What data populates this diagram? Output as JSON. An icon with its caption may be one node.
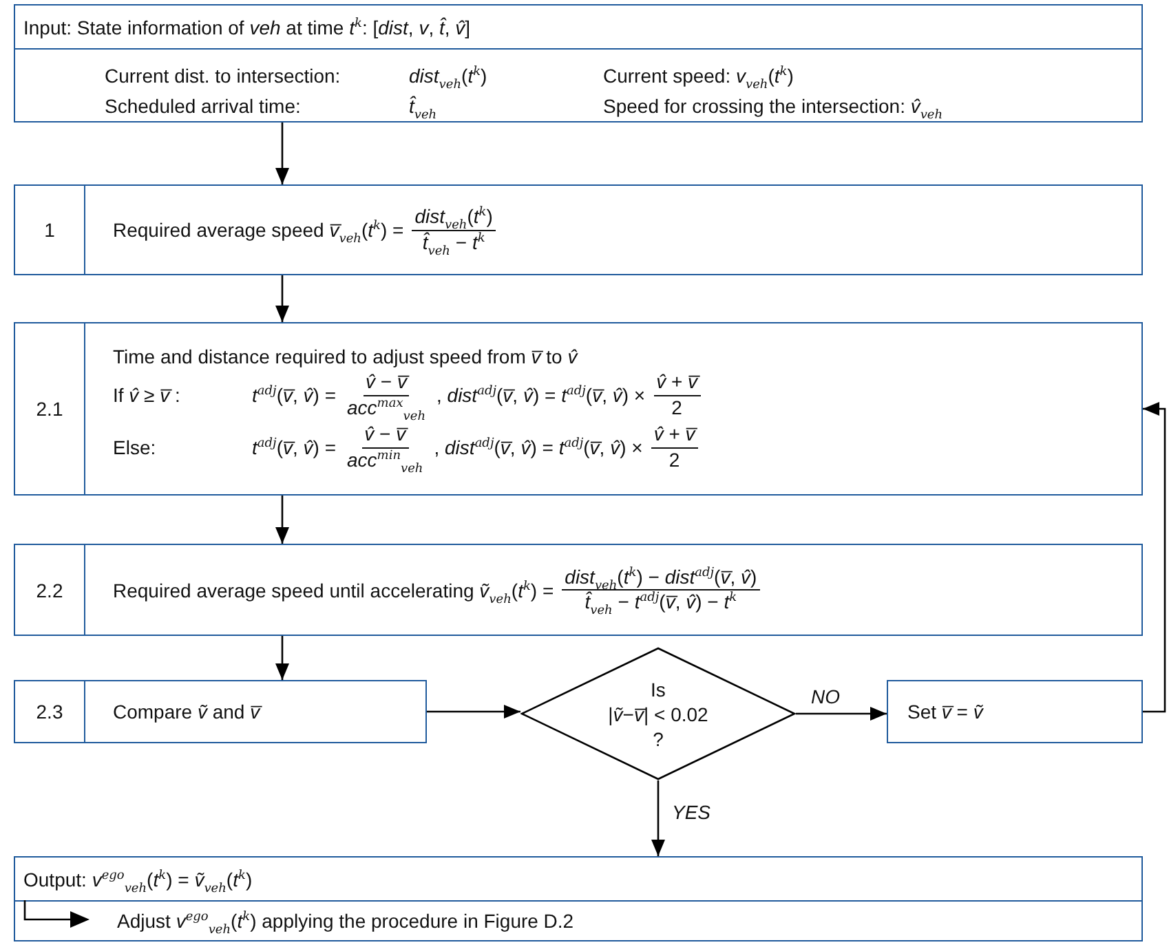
{
  "diagram": {
    "nodes": [
      {
        "text": [
          "Input: State information of *veh* at time *t*$^{k}$: [*dist*, *v*, *t̂*, *v̂*]",
          "Current dist. to intersection:",
          "*dist*$_{veh}$(*t*$^{k}$)",
          "Current speed: *v*$_{veh}$(*t*$^{k}$)",
          "Scheduled arrival time:",
          "*t̂*$_{veh}$",
          "Speed for crossing the intersection: *v̂*$_{veh}$"
        ]
      },
      {
        "text": [
          "1",
          "Required average speed *v̅*$_{veh}$(*t*$^{k}$) =",
          "*dist*$_{veh}$(*t*$^{k}$)",
          "*t̂*$_{veh}$ − *t*$^{k}$"
        ]
      },
      {
        "text": [
          "2.1",
          "Time and distance required to adjust speed from *v̅* to *v̂*",
          "If *v̂* ≥ *v̅* :",
          "*t*$^{adj}$(*v̅*, *v̂*) =",
          "*v̂* − *v̅*",
          "*acc*$^{max}$$_{veh}$",
          ", *dist*$^{adj}$(*v̅*, *v̂*) = *t*$^{adj}$(*v̅*, *v̂*) ×",
          "*v̂* + *v̅*",
          "2",
          "Else:",
          "*t*$^{adj}$(*v̅*, *v̂*) =",
          "*v̂* − *v̅*",
          "*acc*$^{min}$$_{veh}$",
          ", *dist*$^{adj}$(*v̅*, *v̂*) = *t*$^{adj}$(*v̅*, *v̂*) ×",
          "*v̂* + *v̅*",
          "2"
        ]
      },
      {
        "text": [
          "2.2",
          "Required average speed until accelerating *ṽ*$_{veh}$(*t*$^{k}$) =",
          "*dist*$_{veh}$(*t*$^{k}$) − *dist*$^{adj}$(*v̅*, *v̂*)",
          "*t̂*$_{veh}$ − *t*$^{adj}$(*v̅*, *v̂*) − *t*$^{k}$"
        ]
      },
      {
        "text": [
          "2.3",
          "Compare *ṽ* and *v̅*"
        ]
      },
      {
        "text": [
          "Is",
          "|*ṽ*−*v̅*| < 0.02",
          "?"
        ]
      },
      {
        "text": [
          "Set *v̅* = *ṽ*"
        ]
      },
      {
        "text": [
          "Output: *v*$^{ego}$$_{veh}$(*t*$^{k}$) = *ṽ*$_{veh}$(*t*$^{k}$)",
          "Adjust *v*$^{ego}$$_{veh}$(*t*$^{k}$) applying the procedure in Figure D.2"
        ]
      }
    ],
    "edges": [
      {
        "from": 0,
        "to": 1,
        "arrow": "to"
      },
      {
        "from": 1,
        "to": 2,
        "arrow": "to"
      },
      {
        "from": 2,
        "to": 3,
        "arrow": "to"
      },
      {
        "from": 3,
        "to": 4,
        "arrow": "to"
      },
      {
        "from": 4,
        "to": 5,
        "arrow": "to"
      },
      {
        "from": 5,
        "to": 6,
        "arrow": "to",
        "label": "NO"
      },
      {
        "from": 6,
        "to": 2,
        "arrow": "to"
      },
      {
        "from": 5,
        "to": 7,
        "arrow": "to",
        "label": "YES"
      }
    ]
  }
}
